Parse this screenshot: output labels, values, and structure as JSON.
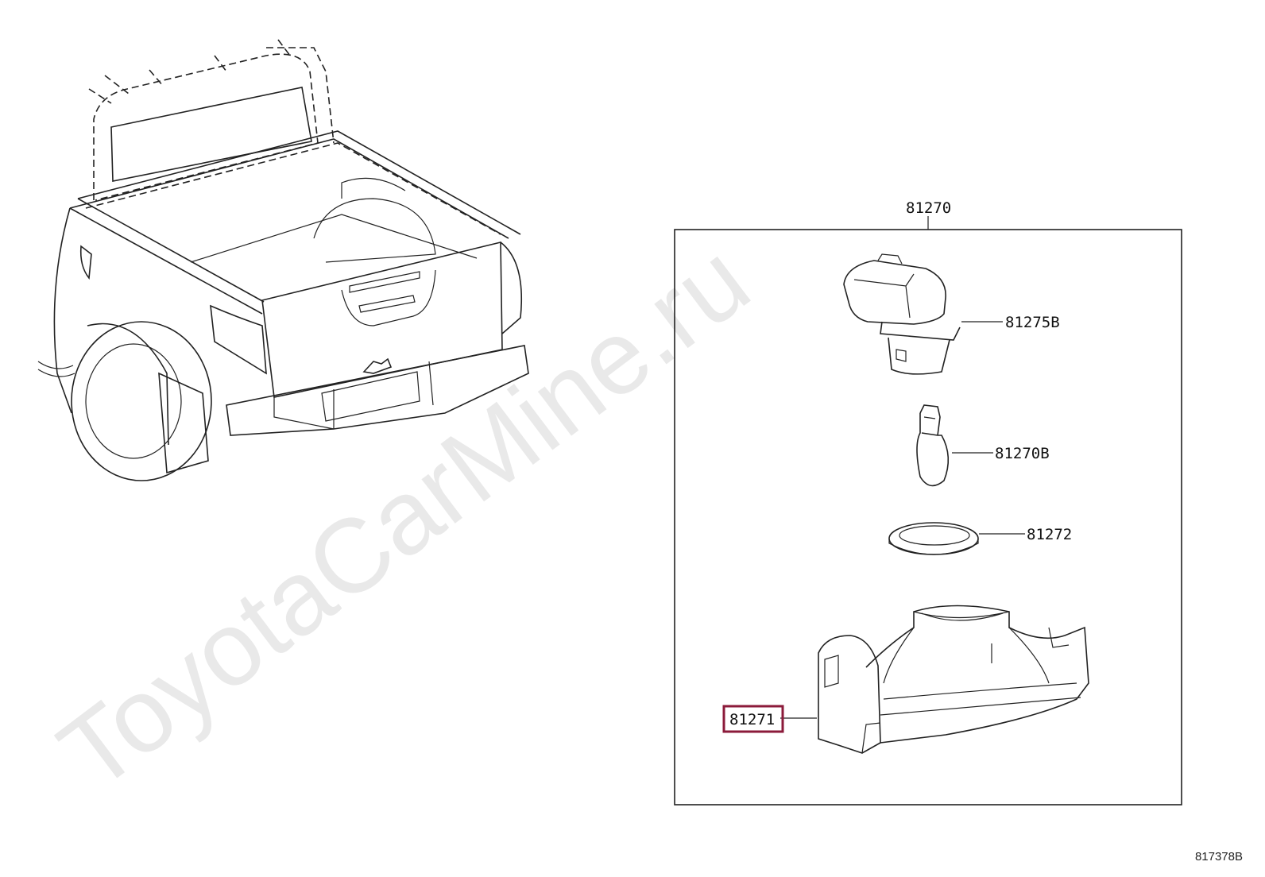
{
  "watermark": "ToyotaCarMine.ru",
  "diagram_code": "817378B",
  "assembly": {
    "part_number": "81270"
  },
  "parts": [
    {
      "id": "socket",
      "part_number": "81275B"
    },
    {
      "id": "bulb",
      "part_number": "81270B"
    },
    {
      "id": "gasket",
      "part_number": "81272"
    },
    {
      "id": "housing",
      "part_number": "81271",
      "highlighted": true
    }
  ],
  "colors": {
    "highlight": "#8b1a3a",
    "line": "#222222",
    "watermark": "#e9e9e9"
  },
  "icons": [
    "pickup-truck-rear-illustration",
    "bulb-socket-icon",
    "wedge-bulb-icon",
    "gasket-ring-icon",
    "lamp-housing-icon"
  ]
}
